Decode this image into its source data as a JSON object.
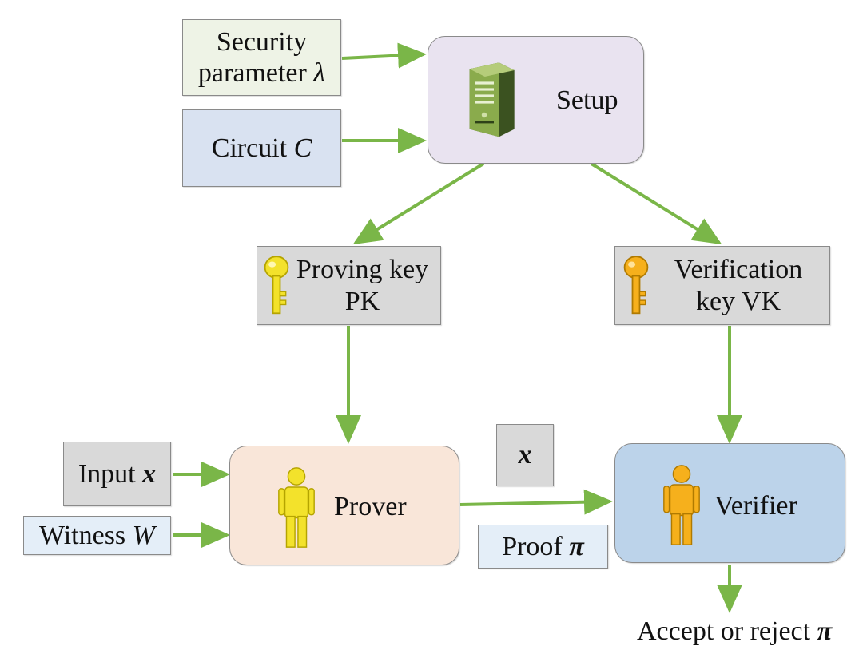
{
  "colors": {
    "arrow": "#7ab648",
    "security_box": "#eef3e6",
    "circuit_box": "#d9e2f1",
    "setup_box": "#e9e3f0",
    "key_box": "#d9d9d9",
    "prover_box": "#f9e6d9",
    "verifier_box": "#bcd3ea",
    "light_blue_box": "#e4eef8"
  },
  "nodes": {
    "security": {
      "line1": "Security",
      "line2": "parameter",
      "symbol": "λ"
    },
    "circuit": {
      "label": "Circuit",
      "symbol": "C"
    },
    "setup": {
      "label": "Setup",
      "icon": "server-icon"
    },
    "proving_key": {
      "line1": "Proving key",
      "line2": "PK",
      "icon": "key-icon"
    },
    "verification_key": {
      "line1": "Verification",
      "line2": "key VK",
      "icon": "key-icon"
    },
    "input": {
      "label": "Input",
      "symbol": "x"
    },
    "witness": {
      "label": "Witness",
      "symbol": "W"
    },
    "prover": {
      "label": "Prover",
      "icon": "person-icon"
    },
    "x_box": {
      "symbol": "x"
    },
    "proof": {
      "label": "Proof",
      "symbol": "π"
    },
    "verifier": {
      "label": "Verifier",
      "icon": "person-icon"
    },
    "output": {
      "label": "Accept or reject",
      "symbol": "π"
    }
  }
}
